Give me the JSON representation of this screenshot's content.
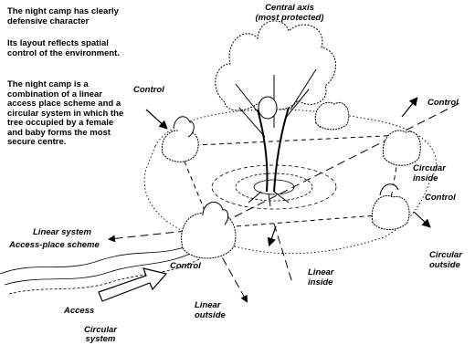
{
  "notes": [
    "The night camp has clearly defensive character",
    "Its layout reflects spatial control of the environment.",
    "The night camp is a combination of a linear access place scheme and a circular system in which the tree occupied by a female and baby forms the most secure centre."
  ],
  "labels": {
    "central_axis_1": "Central axis",
    "central_axis_2": "(most protected)",
    "control_left": "Control",
    "control_right": "Control",
    "control_mid_right": "Control",
    "control_bottom": "Control",
    "circular_inside_1": "Circular",
    "circular_inside_2": "inside",
    "circular_outside_1": "Circular",
    "circular_outside_2": "outside",
    "linear_system": "Linear system",
    "access_place": "Access-place scheme",
    "linear_inside_1": "Linear",
    "linear_inside_2": "inside",
    "linear_outside_1": "Linear",
    "linear_outside_2": "outside",
    "access": "Access",
    "circular_system_1": "Circular",
    "circular_system_2": "system"
  }
}
